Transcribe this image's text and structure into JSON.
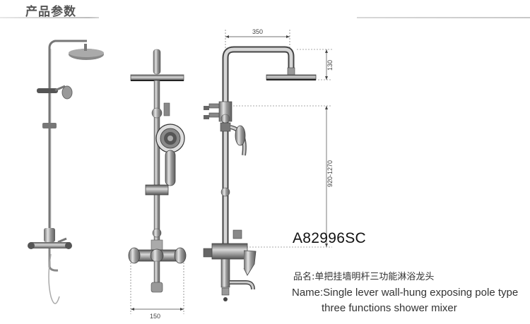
{
  "header": {
    "title": "产品参数"
  },
  "product": {
    "model": "A82996SC",
    "name_cn": "品名:单把挂墙明杆三功能淋浴龙头",
    "name_en_line1": "Name:Single lever wall-hung exposing pole type",
    "name_en_line2": "three functions shower mixer"
  },
  "dimensions": {
    "top_width": "350",
    "head_drop": "130",
    "pole_height": "920-1270",
    "bottom_width": "150"
  }
}
